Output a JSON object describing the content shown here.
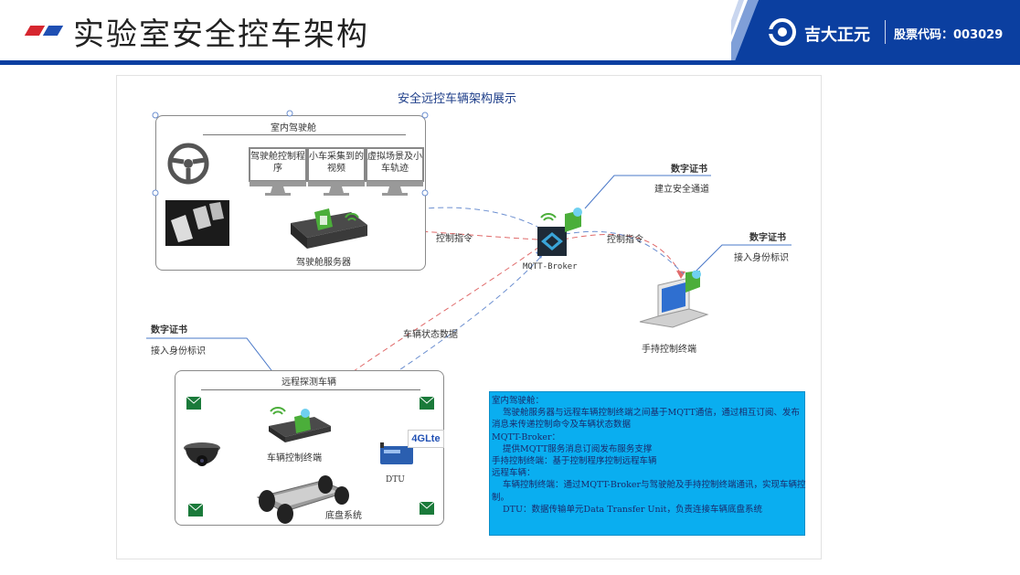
{
  "header": {
    "title": "实验室安全控车架构",
    "brand_name": "吉大正元",
    "stock_code": "股票代码：003029",
    "brand_color": "#0b3fa0"
  },
  "diagram": {
    "title": "安全远控车辆架构展示",
    "cockpit": {
      "label": "室内驾驶舱",
      "monitors": [
        "驾驶舱控制程序",
        "小车采集到的视频",
        "虚拟场景及小车轨迹"
      ],
      "server_label": "驾驶舱服务器"
    },
    "broker_label": "MQTT-Broker",
    "control_cmd": "控制指令",
    "control_cmd_handheld": "控制指令",
    "vehicle_status": "车辆状态数据",
    "cert_broker": {
      "title": "数字证书",
      "desc": "建立安全通道"
    },
    "cert_handheld": {
      "title": "数字证书",
      "desc": "接入身份标识"
    },
    "cert_vehicle": {
      "title": "数字证书",
      "desc": "接入身份标识"
    },
    "handheld_label": "手持控制终端",
    "vehicle": {
      "label": "远程探测车辆",
      "terminal_label": "车辆控制终端",
      "dtu_label": "DTU",
      "lte_label": "4GLte",
      "chassis_label": "底盘系统"
    },
    "info": {
      "lines": [
        "室内驾驶舱：",
        "驾驶舱服务器与远程车辆控制终端之间基于MQTT通信，通过相互订阅、发布",
        "消息来传递控制命令及车辆状态数据",
        "MQTT-Broker：",
        "提供MQTT服务消息订阅发布服务支撑",
        "手持控制终端：基于控制程序控制远程车辆",
        "远程车辆：",
        "车辆控制终端：通过MQTT-Broker与驾驶舱及手持控制终端通讯，实现车辆控",
        "制。",
        "DTU：数据传输单元Data Transfer Unit，负责连接车辆底盘系统"
      ]
    }
  }
}
